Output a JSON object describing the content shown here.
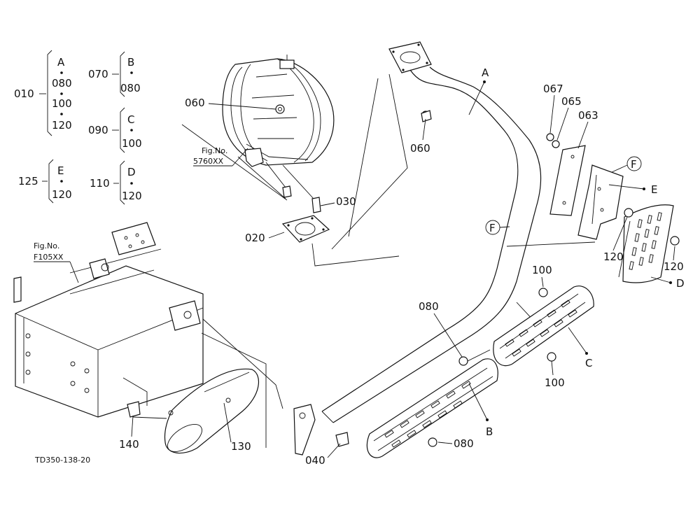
{
  "legend": {
    "g010": {
      "num": "010",
      "items": [
        "A",
        "080",
        "100",
        "120"
      ]
    },
    "g070": {
      "num": "070",
      "items": [
        "B",
        "080"
      ]
    },
    "g090": {
      "num": "090",
      "items": [
        "C",
        "100"
      ]
    },
    "g125": {
      "num": "125",
      "items": [
        "E",
        "120"
      ]
    },
    "g110": {
      "num": "110",
      "items": [
        "D",
        "120"
      ]
    }
  },
  "refs": {
    "fig_5760": {
      "line1": "Fig.No.",
      "line2": "5760XX"
    },
    "fig_f105": {
      "line1": "Fig.No.",
      "line2": "F105XX"
    }
  },
  "callouts": {
    "p060a": "060",
    "p060b": "060",
    "p030": "030",
    "p020": "020",
    "pA": "A",
    "p067": "067",
    "p065": "065",
    "p063": "063",
    "pF1": "F",
    "pF2": "F",
    "pE": "E",
    "p120a": "120",
    "p120b": "120",
    "pD": "D",
    "p100a": "100",
    "p100b": "100",
    "pC": "C",
    "p080a": "080",
    "p080b": "080",
    "pB": "B",
    "p140": "140",
    "p130": "130",
    "p040": "040"
  },
  "drawing_code": "TD350-138-20"
}
